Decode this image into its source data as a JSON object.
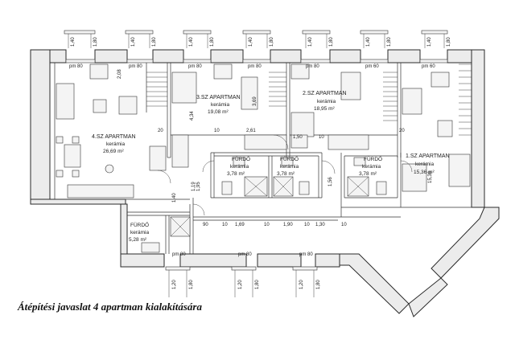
{
  "caption": "Átépítési javaslat 4 apartman kialakítására",
  "rooms": [
    {
      "id": "apt4",
      "name": "4.SZ APARTMAN",
      "floor": "kerámia",
      "area": "26,69 m²"
    },
    {
      "id": "apt3",
      "name": "3.SZ APARTMAN",
      "floor": "kerámia",
      "area": "19,08 m²"
    },
    {
      "id": "apt2",
      "name": "2.SZ APARTMAN",
      "floor": "kerámia",
      "area": "18,95 m²"
    },
    {
      "id": "apt1",
      "name": "1.SZ APARTMAN",
      "floor": "kerámia",
      "area": "15,36 m²"
    },
    {
      "id": "bath_a",
      "name": "FÜRDŐ",
      "floor": "kerámia",
      "area": "3,78 m²"
    },
    {
      "id": "bath_b",
      "name": "FÜRDŐ",
      "floor": "kerámia",
      "area": "3,78 m²"
    },
    {
      "id": "bath_c",
      "name": "FÜRDŐ",
      "floor": "kerámia",
      "area": "3,78 m²"
    },
    {
      "id": "bath_d",
      "name": "FÜRDŐ",
      "floor": "kerámia",
      "area": "5,28 m²"
    }
  ],
  "labels": {
    "pm80": "pm 80",
    "pm60": "pm 60",
    "d140": "1,40",
    "d180": "1,80",
    "d120": "1,20",
    "d369": "3,69",
    "d434": "4,34",
    "d261": "2,61",
    "d20": "20",
    "d10": "10",
    "d150": "1,50",
    "d90": "90",
    "d140b": "1,40",
    "d195": "1,95",
    "d119": "1,19",
    "d169": "1,69",
    "d190": "1,90",
    "d130": "1,30",
    "d156": "1,56",
    "d1536": "15,36",
    "d208": "2,08"
  }
}
